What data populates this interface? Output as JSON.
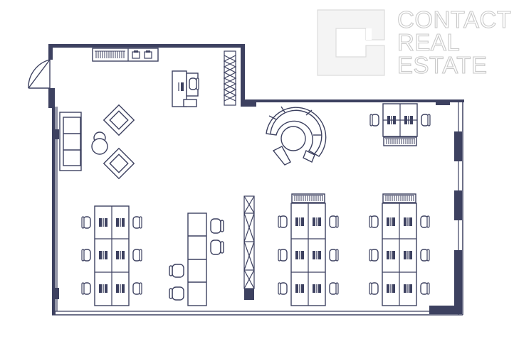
{
  "logo": {
    "line1": "CONTACT",
    "line2": "REAL",
    "line3": "ESTATE",
    "icon": "company-logo-mark",
    "color": "#c9c9c9"
  },
  "plan": {
    "wall_color": "#3d4160",
    "line_color": "#3d4160",
    "furniture_fill": "#ffffff",
    "icons": [
      "door-icon",
      "sofa-icon",
      "armchair-icon",
      "round-table-icon",
      "reception-desk-icon",
      "office-chair-icon",
      "curved-sofa-icon",
      "workstation-cluster-icon",
      "bookshelf-icon",
      "shelving-rack-icon",
      "meeting-table-icon",
      "window-icon",
      "column-icon"
    ]
  }
}
